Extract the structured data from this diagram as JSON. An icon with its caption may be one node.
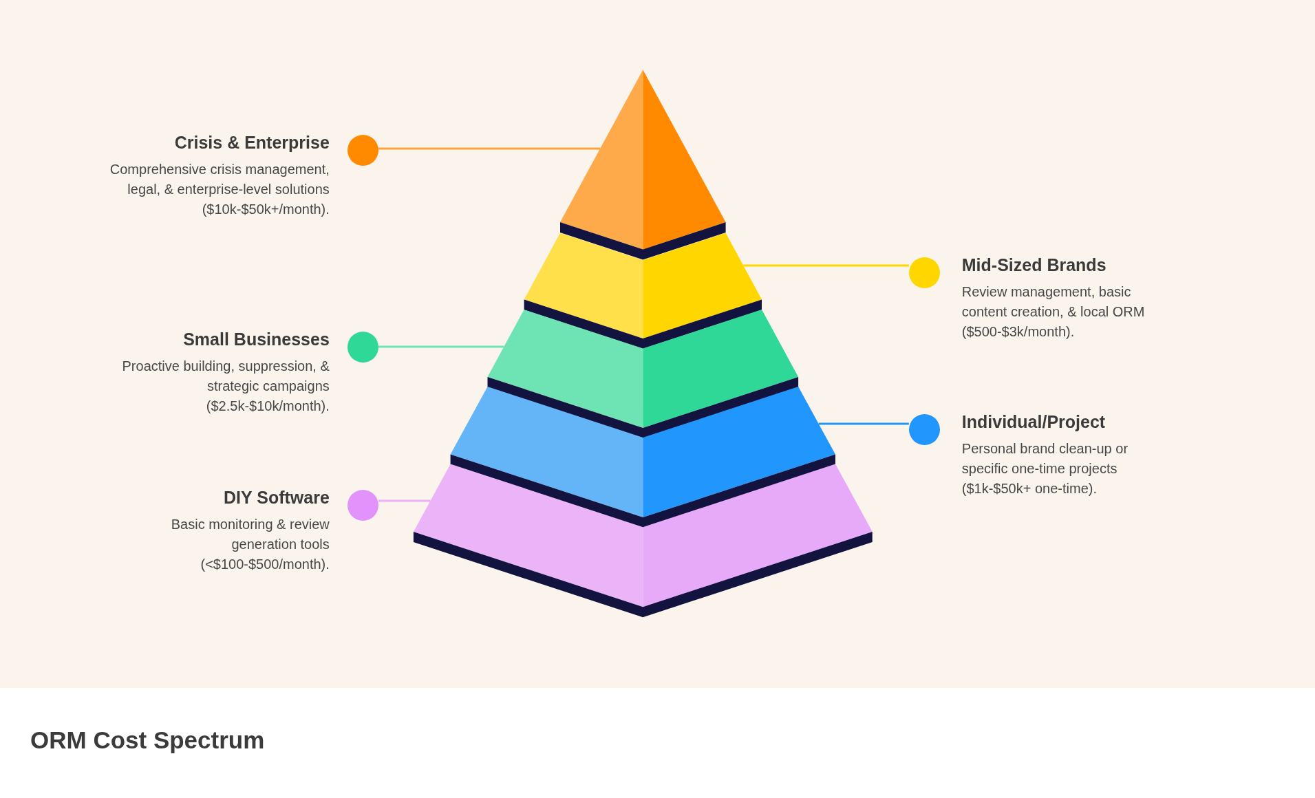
{
  "diagram": {
    "title": "ORM Cost Spectrum",
    "nodes": [
      {
        "text": [
          "Crisis & Enterprise",
          "Comprehensive crisis management, legal, & enterprise-level solutions ($10k-$50k+/month)."
        ]
      },
      {
        "text": [
          "Mid-Sized Brands",
          "Review management, basic content creation, & local ORM ($500-$3k/month)."
        ]
      },
      {
        "text": [
          "Small Businesses",
          "Proactive building, suppression, & strategic campaigns ($2.5k-$10k/month)."
        ]
      },
      {
        "text": [
          "Individual/Project",
          "Personal brand clean-up or specific one-time projects ($1k-$50k+ one-time)."
        ]
      },
      {
        "text": [
          "DIY Software",
          "Basic monitoring & review generation tools (<$100-$500/month)."
        ]
      },
      {
        "text": [],
        "shape": "triangle"
      },
      {
        "text": [],
        "shape": "trapezoid"
      },
      {
        "text": [],
        "shape": "trapezoid"
      },
      {
        "text": [],
        "shape": "trapezoid"
      },
      {
        "text": [],
        "shape": "trapezoid"
      }
    ],
    "edges": [
      {
        "from": 0,
        "to": 5,
        "arrow": "none",
        "color": "#ffa43f"
      },
      {
        "from": 1,
        "to": 6,
        "arrow": "none",
        "color": "#ffd600"
      },
      {
        "from": 2,
        "to": 7,
        "arrow": "none",
        "color": "#6ee3b4"
      },
      {
        "from": 3,
        "to": 8,
        "arrow": "none",
        "color": "#2196f3"
      },
      {
        "from": 4,
        "to": 9,
        "arrow": "none",
        "color": "#ebb0f8"
      }
    ]
  }
}
